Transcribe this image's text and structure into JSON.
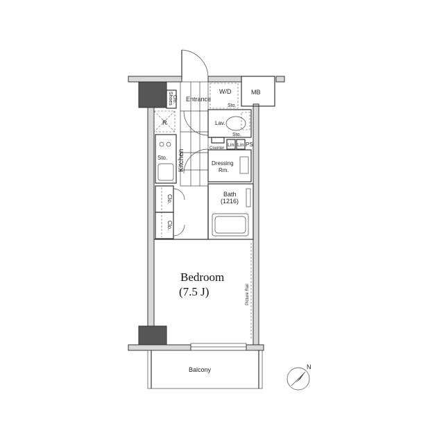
{
  "rooms": {
    "shoes_clo": [
      "Shoes",
      "Clo."
    ],
    "entrance": "Entrance",
    "wd": "W/D",
    "wd_sto": "Sto.",
    "mb": "MB",
    "fridge": "R",
    "lav": "Lav.",
    "lav_sto": "Sto.",
    "counter": "Counter",
    "lin1": "Lin",
    "lin2": "Lin",
    "ps": "PS",
    "kitchen_sto": "Sto.",
    "kitchen": "Kitchen",
    "dressing": [
      "Dressing",
      "Rm."
    ],
    "bath": [
      "Bath",
      "(1216)"
    ],
    "clo1": "Clo.",
    "clo2": "Clo.",
    "bedroom": [
      "Bedroom",
      "(7.5 J)"
    ],
    "picture_rail": "Picture Rail",
    "balcony": "Balcony"
  },
  "compass": {
    "label": "N",
    "icon": "north-arrow-icon"
  }
}
